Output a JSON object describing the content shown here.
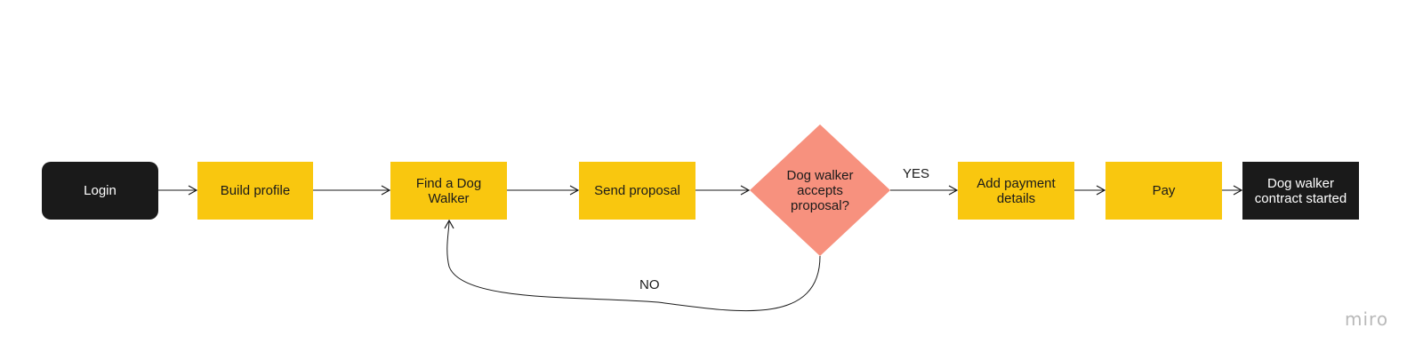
{
  "diagram": {
    "nodes": [
      {
        "id": "login",
        "label": "Login",
        "shape": "rounded-rect",
        "color": "#1a1a1a"
      },
      {
        "id": "build",
        "label": "Build profile",
        "shape": "rect",
        "color": "#f9c70f"
      },
      {
        "id": "find",
        "label": "Find a Dog Walker",
        "shape": "rect",
        "color": "#f9c70f"
      },
      {
        "id": "send",
        "label": "Send proposal",
        "shape": "rect",
        "color": "#f9c70f"
      },
      {
        "id": "decision",
        "label": "Dog walker accepts proposal?",
        "shape": "diamond",
        "color": "#f7917e"
      },
      {
        "id": "add",
        "label": "Add payment details",
        "shape": "rect",
        "color": "#f9c70f"
      },
      {
        "id": "pay",
        "label": "Pay",
        "shape": "rect",
        "color": "#f9c70f"
      },
      {
        "id": "done",
        "label": "Dog walker contract started",
        "shape": "rect",
        "color": "#1a1a1a"
      }
    ],
    "edges": [
      {
        "from": "login",
        "to": "build",
        "label": ""
      },
      {
        "from": "build",
        "to": "find",
        "label": ""
      },
      {
        "from": "find",
        "to": "send",
        "label": ""
      },
      {
        "from": "send",
        "to": "decision",
        "label": ""
      },
      {
        "from": "decision",
        "to": "add",
        "label": "YES"
      },
      {
        "from": "add",
        "to": "pay",
        "label": ""
      },
      {
        "from": "pay",
        "to": "done",
        "label": ""
      },
      {
        "from": "decision",
        "to": "find",
        "label": "NO"
      }
    ]
  },
  "watermark": "miro"
}
